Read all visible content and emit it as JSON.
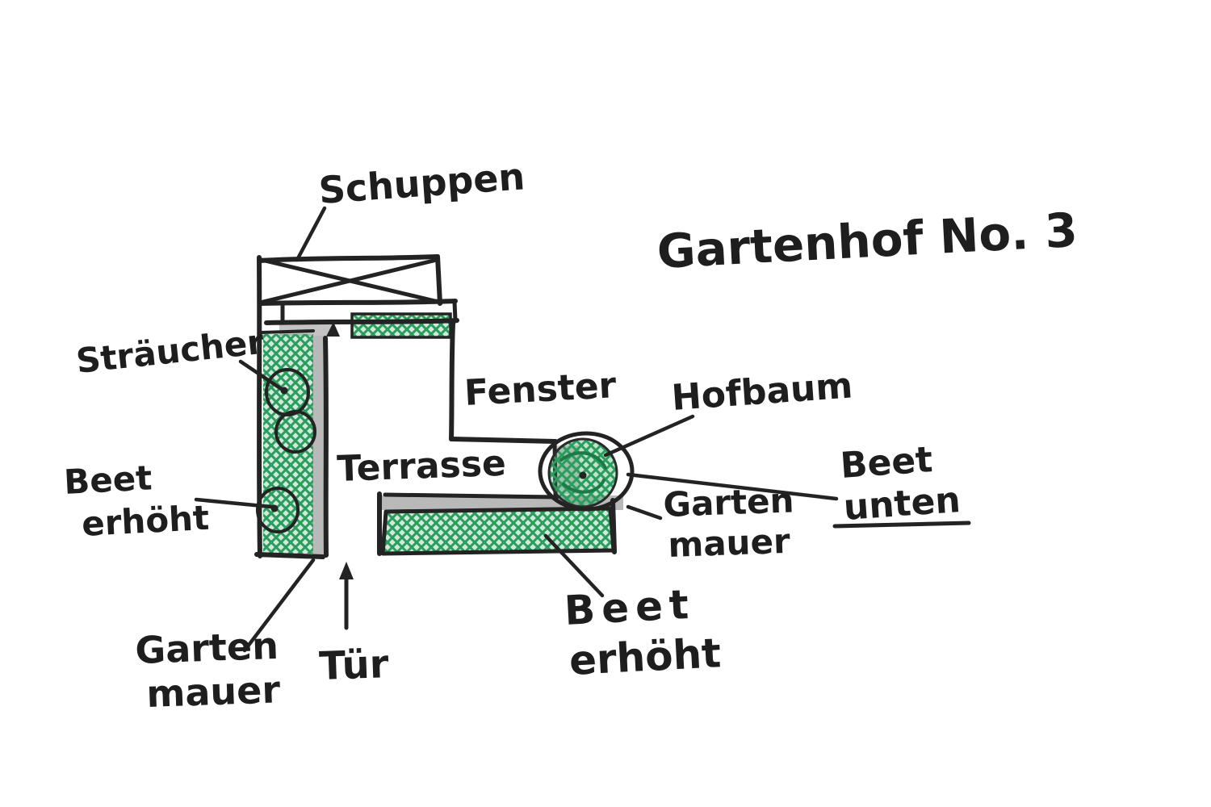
{
  "title": "Gartenhof No. 3",
  "labels": {
    "schuppen": "Schuppen",
    "straeucher": "Sträucher",
    "beet_erhoeht_left_1": "Beet",
    "beet_erhoeht_left_2": "erhöht",
    "fenster": "Fenster",
    "terrasse": "Terrasse",
    "hofbaum": "Hofbaum",
    "beet_unten_1": "Beet",
    "beet_unten_2": "unten",
    "garten_mauer_right_1": "Garten",
    "garten_mauer_right_2": "mauer",
    "beet_erhoeht_bottom_1": "Beet",
    "beet_erhoeht_bottom_2": "erhöht",
    "garten_mauer_bottom_1": "Garten",
    "garten_mauer_bottom_2": "mauer",
    "tuer": "Tür"
  },
  "colors": {
    "ink": "#232323",
    "bed_green": "#2a9d5c",
    "bed_green_dark": "#1b7a45",
    "wall_gray": "#b9b9b9",
    "paper": "#ffffff"
  }
}
